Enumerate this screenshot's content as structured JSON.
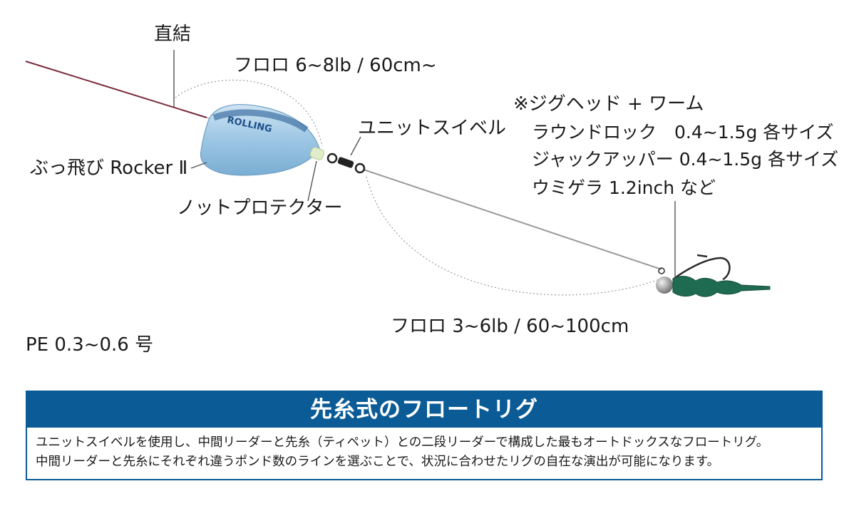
{
  "labels": {
    "direct_tie": "直結",
    "fluoro_leader": "フロロ 6~8lb / 60cm~",
    "unit_swivel": "ユニットスイベル",
    "float_name": "ぶっ飛び Rocker Ⅱ",
    "knot_protector": "ノットプロテクター",
    "pe_line": "PE 0.3~0.6 号",
    "tippet": "フロロ 3~6lb / 60~100cm",
    "jighead_title": "※ジグヘッド + ワーム",
    "jighead_1": "ラウンドロック　0.4~1.5g 各サイズ",
    "jighead_2": "ジャックアッパー 0.4~1.5g 各サイズ",
    "jighead_3": "ウミゲラ 1.2inch など"
  },
  "float_print": "ROLLING",
  "panel": {
    "title": "先糸式のフロートリグ",
    "line1": "ユニットスイベルを使用し、中間リーダーと先糸（ティペット）との二段リーダーで構成した最もオートドックスなフロートリグ。",
    "line2": "中間リーダーと先糸にそれぞれ違うポンド数のラインを選ぶことで、状況に合わせたリグの自在な演出が可能になります。"
  },
  "colors": {
    "panel_blue": "#0a5b96",
    "float_blue": "#9cc6e4",
    "worm_green": "#1f6b52",
    "pe_line": "#7a2a3a"
  }
}
